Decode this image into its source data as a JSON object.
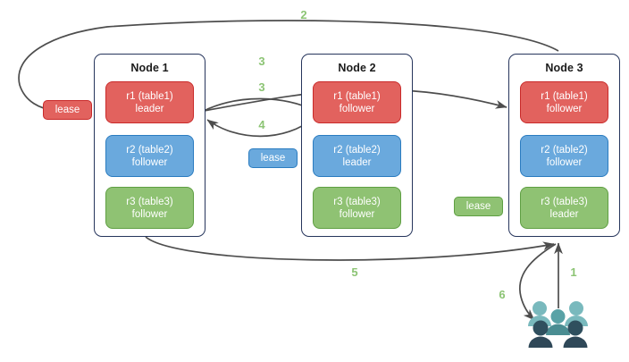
{
  "diagram": {
    "title": "Raft multi-node replica lease diagram",
    "colors": {
      "leader_red": "#e2625e",
      "red_border": "#c92a2a",
      "follower_blue": "#6aa9dd",
      "blue_border": "#2b7cc0",
      "follower_green": "#8fc273",
      "green_border": "#5f9f43",
      "node_border": "#26355c",
      "arrow": "#4d4d4d",
      "step_label": "#8cc474",
      "people_light": "#79b9bd",
      "people_mid": "#4f9397",
      "people_dark": "#2f4858",
      "people_darker": "#3d6a75"
    }
  },
  "nodes": [
    {
      "name": "node-1",
      "title": "Node 1",
      "replicas": [
        {
          "line1": "r1 (table1)",
          "line2": "leader",
          "role": "leader",
          "color": "red"
        },
        {
          "line1": "r2 (table2)",
          "line2": "follower",
          "role": "follower",
          "color": "blue"
        },
        {
          "line1": "r3 (table3)",
          "line2": "follower",
          "role": "follower",
          "color": "green"
        }
      ]
    },
    {
      "name": "node-2",
      "title": "Node 2",
      "replicas": [
        {
          "line1": "r1 (table1)",
          "line2": "follower",
          "role": "follower",
          "color": "red"
        },
        {
          "line1": "r2 (table2)",
          "line2": "leader",
          "role": "leader",
          "color": "blue"
        },
        {
          "line1": "r3 (table3)",
          "line2": "follower",
          "role": "follower",
          "color": "green"
        }
      ]
    },
    {
      "name": "node-3",
      "title": "Node 3",
      "replicas": [
        {
          "line1": "r1 (table1)",
          "line2": "follower",
          "role": "follower",
          "color": "red"
        },
        {
          "line1": "r2 (table2)",
          "line2": "follower",
          "role": "follower",
          "color": "blue"
        },
        {
          "line1": "r3 (table3)",
          "line2": "leader",
          "role": "leader",
          "color": "green"
        }
      ]
    }
  ],
  "leases": [
    {
      "name": "lease-red",
      "label": "lease",
      "color": "red"
    },
    {
      "name": "lease-blue",
      "label": "lease",
      "color": "blue"
    },
    {
      "name": "lease-green",
      "label": "lease",
      "color": "green"
    }
  ],
  "steps": [
    {
      "id": "step-1",
      "label": "1",
      "desc": "client request to Node 3"
    },
    {
      "id": "step-2",
      "label": "2",
      "desc": "Node 3 to r1 lease on Node 1"
    },
    {
      "id": "step-3a",
      "label": "3",
      "desc": "Node 1 r1 leader to Node 3"
    },
    {
      "id": "step-3b",
      "label": "3",
      "desc": "Node 1 r1 leader to Node 2 r1"
    },
    {
      "id": "step-4",
      "label": "4",
      "desc": "Node 2 r1 back to Node 1 r1"
    },
    {
      "id": "step-5",
      "label": "5",
      "desc": "Node 1 back to Node 3"
    },
    {
      "id": "step-6",
      "label": "6",
      "desc": "Node 3 response to client"
    }
  ],
  "actor": {
    "name": "clients",
    "icon": "people-group-icon"
  }
}
